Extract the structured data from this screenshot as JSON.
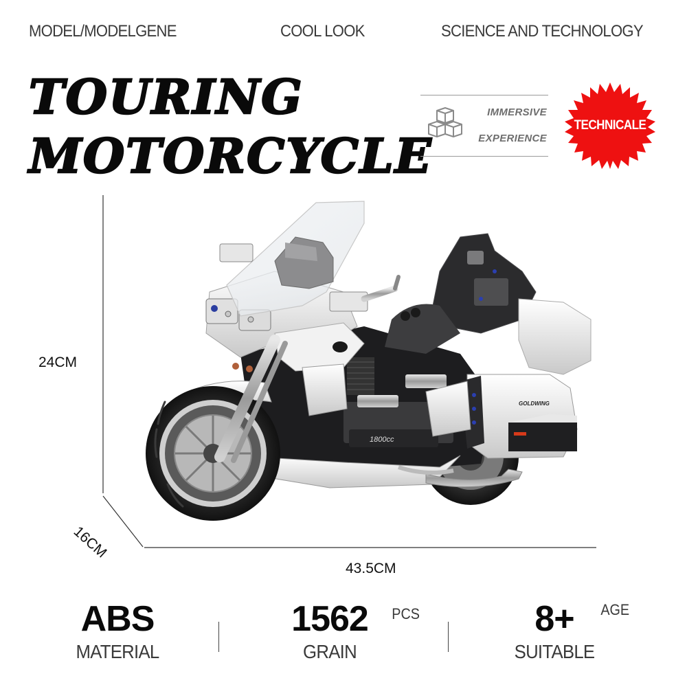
{
  "header": {
    "labels": [
      "MODEL/MODELGENE",
      "COOL LOOK",
      "SCIENCE AND TECHNOLOGY"
    ]
  },
  "title": {
    "line1": "TOURING",
    "line2": "MOTORCYCLE"
  },
  "feature": {
    "icon": "cubes-icon",
    "line1": "IMMERSIVE",
    "line2": "EXPERIENCE"
  },
  "badge": {
    "text": "TECHNICALE",
    "color": "#ee1111"
  },
  "dimensions": {
    "height": "24CM",
    "depth": "16CM",
    "width": "43.5CM"
  },
  "product": {
    "decal_text": "GOLDWING",
    "engine_text": "1800cc"
  },
  "specs": [
    {
      "value": "ABS",
      "label": "MATERIAL",
      "unit": ""
    },
    {
      "value": "1562",
      "label": "GRAIN",
      "unit": "PCS"
    },
    {
      "value": "8+",
      "label": "SUITABLE",
      "unit": "AGE"
    }
  ]
}
